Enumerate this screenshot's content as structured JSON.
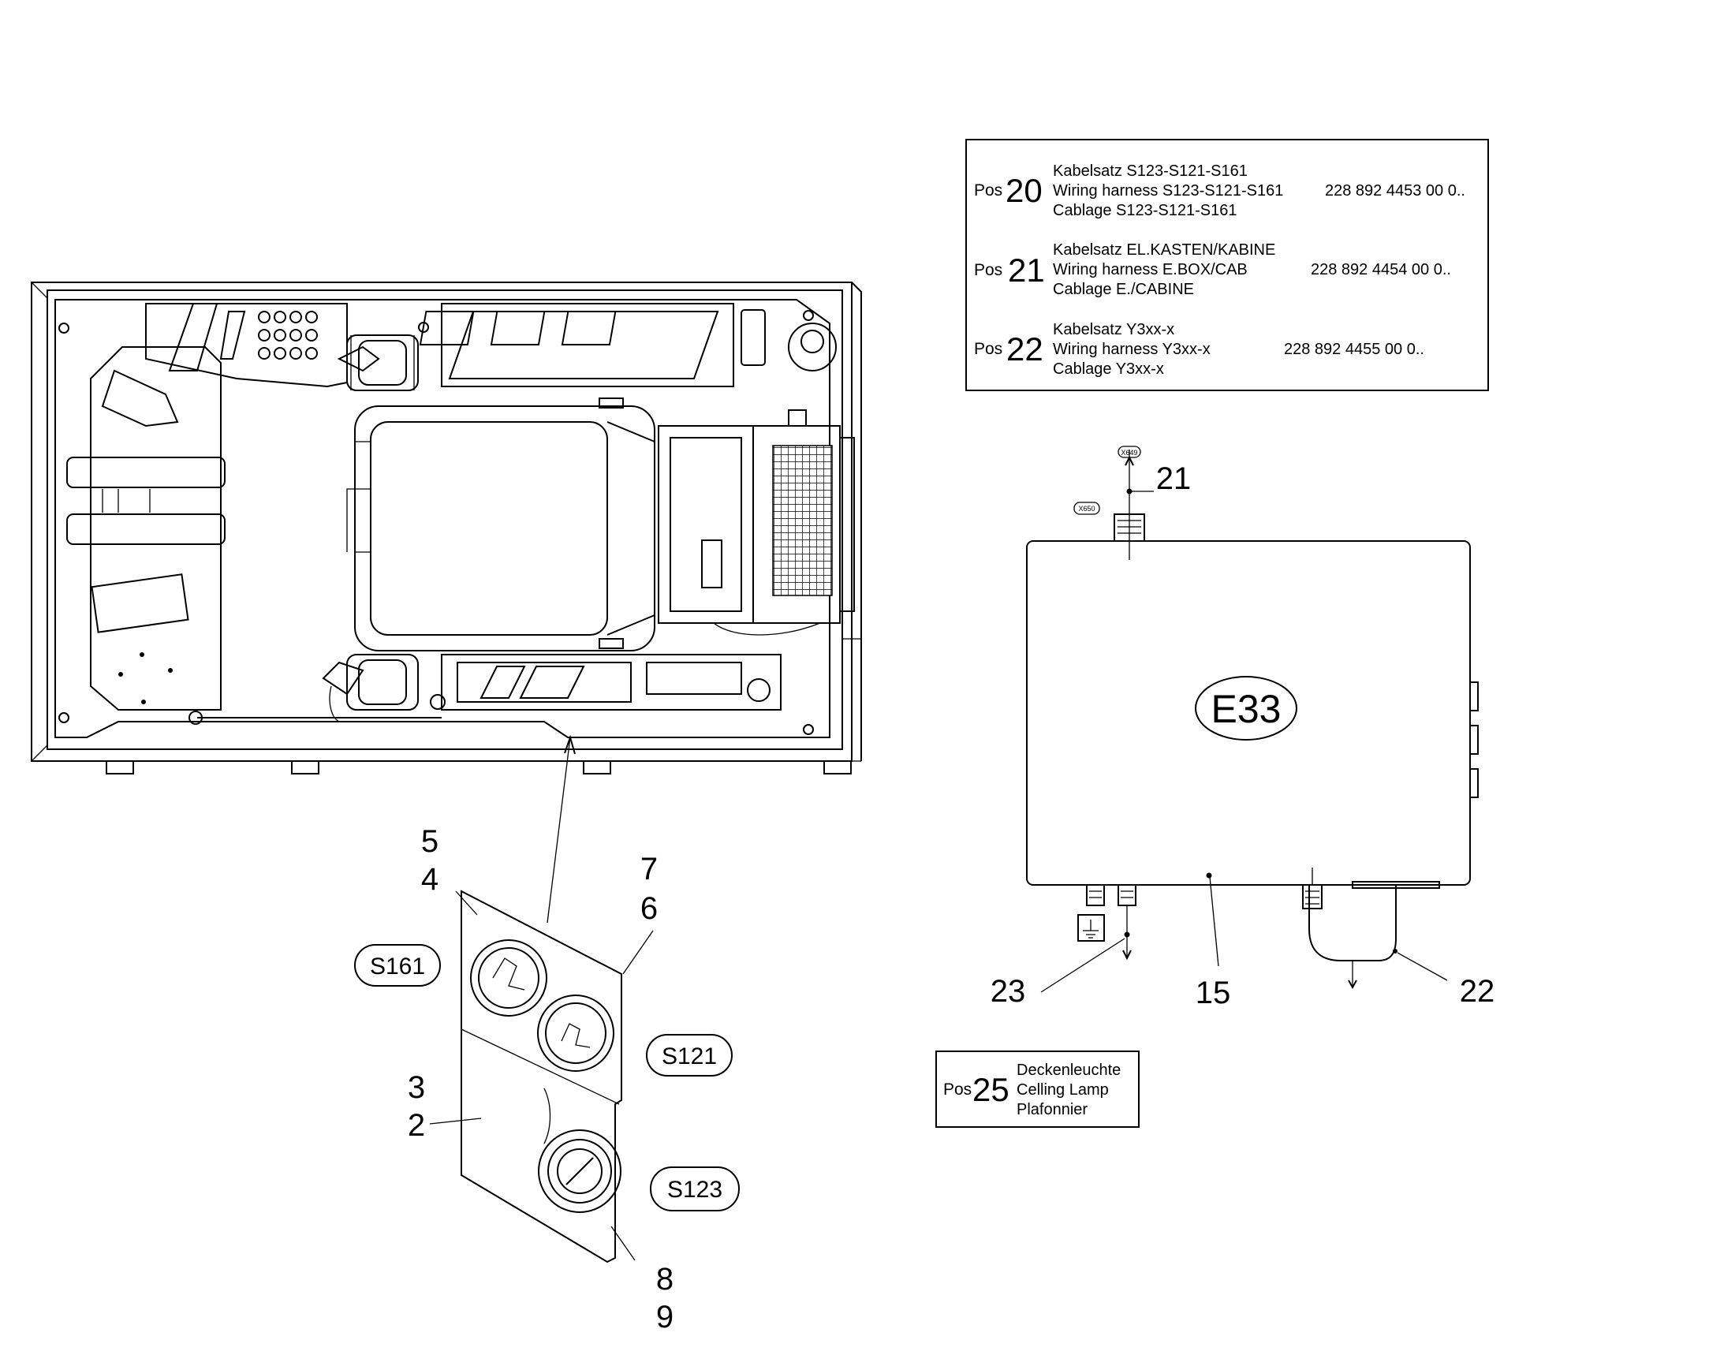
{
  "colors": {
    "line": "#000000",
    "background": "#ffffff"
  },
  "legend_main": {
    "entries": [
      {
        "pos_label": "Pos",
        "pos_number": "20",
        "line_de": "Kabelsatz S123-S121-S161",
        "line_en": "Wiring harness  S123-S121-S161",
        "part_number": "228 892 4453 00 0..",
        "line_fr": "Cablage S123-S121-S161"
      },
      {
        "pos_label": "Pos",
        "pos_number": "21",
        "line_de": "Kabelsatz EL.KASTEN/KABINE",
        "line_en": "Wiring harness  E.BOX/CAB",
        "part_number": "228 892 4454 00 0..",
        "line_fr": "Cablage E./CABINE"
      },
      {
        "pos_label": "Pos",
        "pos_number": "22",
        "line_de": "Kabelsatz Y3xx-x",
        "line_en": "Wiring harness  Y3xx-x",
        "part_number": "228 892 4455 00 0..",
        "line_fr": "Cablage Y3xx-x"
      }
    ]
  },
  "legend_lamp": {
    "pos_label": "Pos",
    "pos_number": "25",
    "line_de": "Deckenleuchte",
    "line_en": "Celling Lamp",
    "line_fr": "Plafonnier"
  },
  "switch_tags": {
    "s161": "S161",
    "s121": "S121",
    "s123": "S123"
  },
  "box_tag": "E33",
  "connector_tags": {
    "x649": "X649",
    "x650": "X650"
  },
  "callouts": {
    "n2": "2",
    "n3": "3",
    "n4": "4",
    "n5": "5",
    "n6": "6",
    "n7": "7",
    "n8": "8",
    "n9": "9",
    "n15": "15",
    "n21": "21",
    "n22": "22",
    "n23": "23"
  }
}
